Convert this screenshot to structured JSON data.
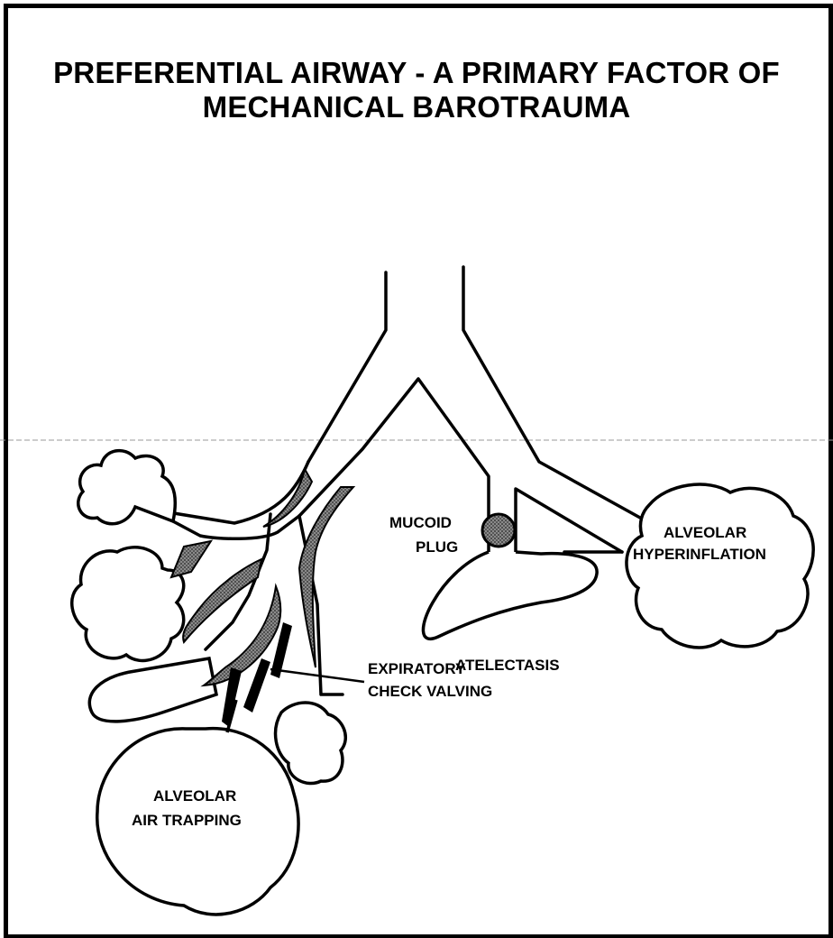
{
  "title": {
    "line1": "PREFERENTIAL AIRWAY - A PRIMARY FACTOR OF",
    "line2": "MECHANICAL BAROTRAUMA"
  },
  "labels": {
    "mucoid_plug": [
      "MUCOID",
      "PLUG"
    ],
    "alveolar_hyperinflation": [
      "ALVEOLAR",
      "HYPERINFLATION"
    ],
    "atelectasis": "ATELECTASIS",
    "expiratory_check_valving": [
      "EXPIRATORY",
      "CHECK VALVING"
    ],
    "alveolar_air_trapping": [
      "ALVEOLAR",
      "AIR TRAPPING"
    ]
  },
  "colors": {
    "ink": "#000000",
    "paper": "#ffffff",
    "shade": "#444444"
  }
}
